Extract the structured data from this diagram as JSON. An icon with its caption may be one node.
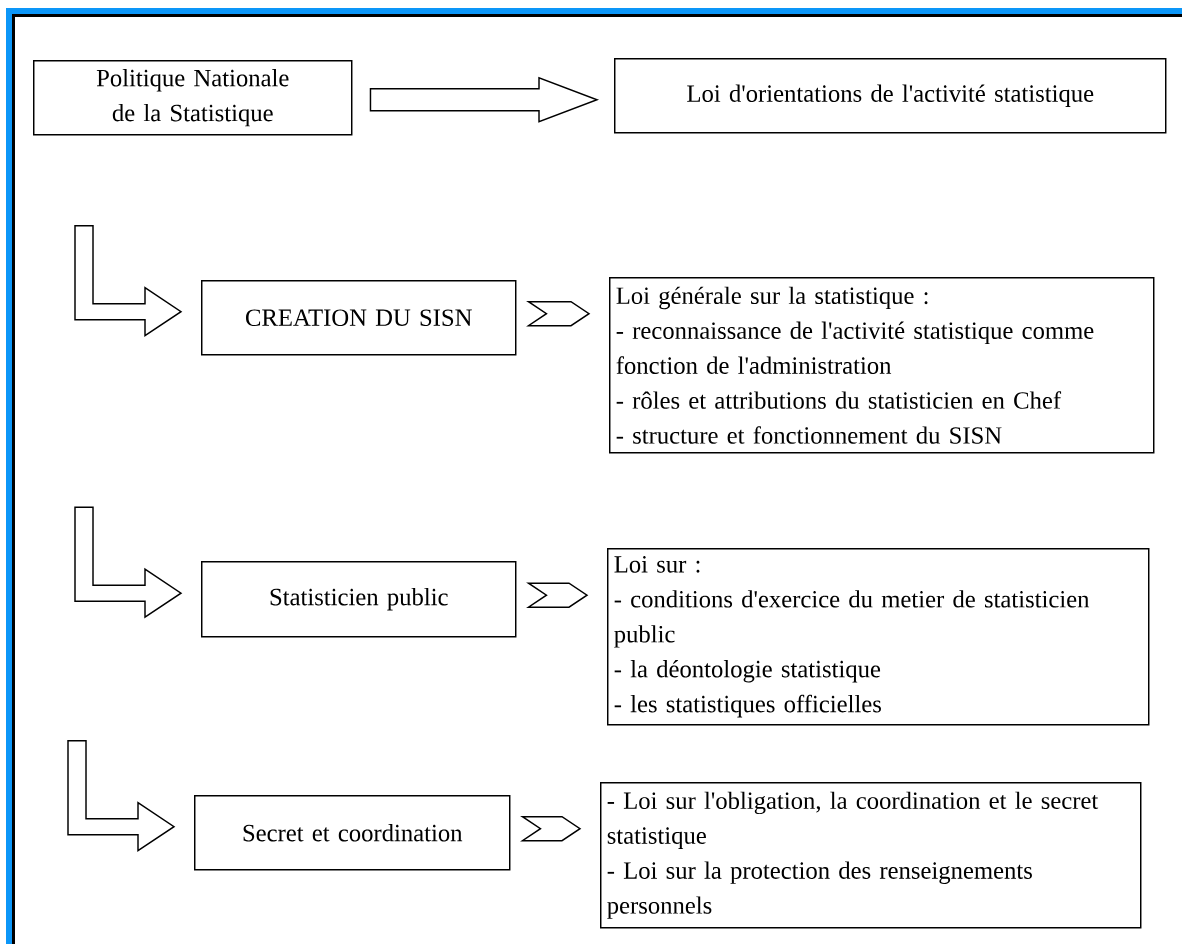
{
  "diagram": {
    "nodes": [
      {
        "text": [
          "Politique Nationale de la Statistique"
        ]
      },
      {
        "text": [
          "Loi d'orientations de l'activité statistique"
        ]
      },
      {
        "text": [
          "CREATION DU SISN"
        ]
      },
      {
        "text": [
          "Loi générale sur la statistique :",
          "- reconnaissance de l'activité statistique comme fonction de l'administration",
          "- rôles et attributions du statisticien en Chef",
          "- structure et fonctionnement du SISN"
        ]
      },
      {
        "text": [
          "Statisticien public"
        ]
      },
      {
        "text": [
          "Loi sur :",
          "- conditions d'exercice du metier de statisticien public",
          "- la déontologie statistique",
          "- les statistiques officielles"
        ]
      },
      {
        "text": [
          "Secret et coordination"
        ]
      },
      {
        "text": [
          "- Loi sur l'obligation, la coordination et le secret statistique",
          "- Loi sur la protection des renseignements personnels"
        ]
      }
    ],
    "edges": [
      {
        "from": 0,
        "to": 1,
        "arrow": "to"
      },
      {
        "from": null,
        "to": 2,
        "arrow": "to"
      },
      {
        "from": 2,
        "to": 3,
        "arrow": "to"
      },
      {
        "from": null,
        "to": 4,
        "arrow": "to"
      },
      {
        "from": 4,
        "to": 5,
        "arrow": "to"
      },
      {
        "from": null,
        "to": 6,
        "arrow": "to"
      },
      {
        "from": 6,
        "to": 7,
        "arrow": "to"
      }
    ]
  }
}
